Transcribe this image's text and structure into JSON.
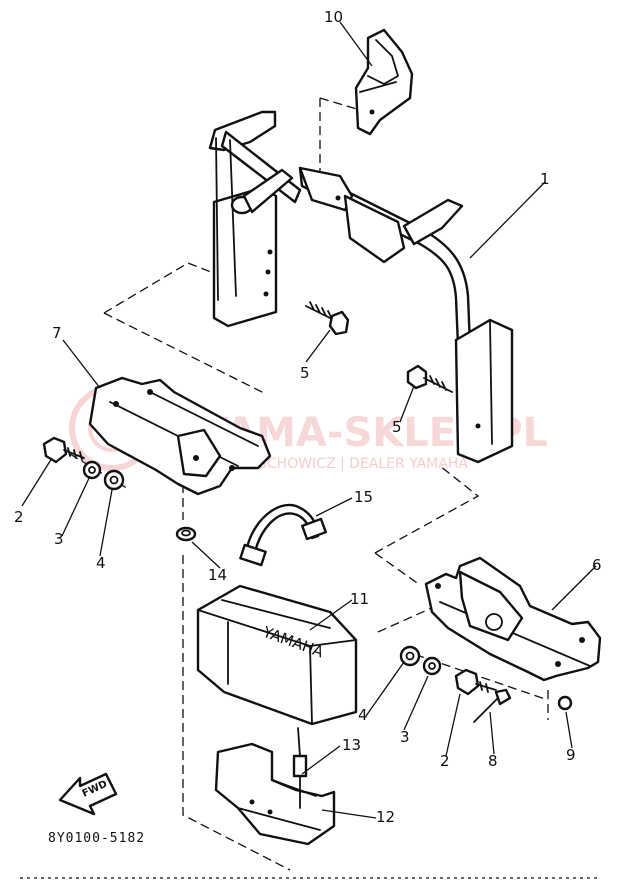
{
  "watermark": {
    "main": "YAMA-SKLEP.PL",
    "sub": "SCHOWICZ | DEALER YAMAHA"
  },
  "callouts": [
    {
      "id": "1",
      "label": "1"
    },
    {
      "id": "2a",
      "label": "2"
    },
    {
      "id": "2b",
      "label": "2"
    },
    {
      "id": "3a",
      "label": "3"
    },
    {
      "id": "3b",
      "label": "3"
    },
    {
      "id": "4a",
      "label": "4"
    },
    {
      "id": "4b",
      "label": "4"
    },
    {
      "id": "5a",
      "label": "5"
    },
    {
      "id": "5b",
      "label": "5"
    },
    {
      "id": "6",
      "label": "6"
    },
    {
      "id": "7",
      "label": "7"
    },
    {
      "id": "8",
      "label": "8"
    },
    {
      "id": "9",
      "label": "9"
    },
    {
      "id": "10",
      "label": "10"
    },
    {
      "id": "11",
      "label": "11"
    },
    {
      "id": "12",
      "label": "12"
    },
    {
      "id": "13",
      "label": "13"
    },
    {
      "id": "14",
      "label": "14"
    },
    {
      "id": "15",
      "label": "15"
    }
  ],
  "fwd_label": "FWD",
  "box_logo": "YAMAHA",
  "diagram_code": "8Y0100-5182"
}
